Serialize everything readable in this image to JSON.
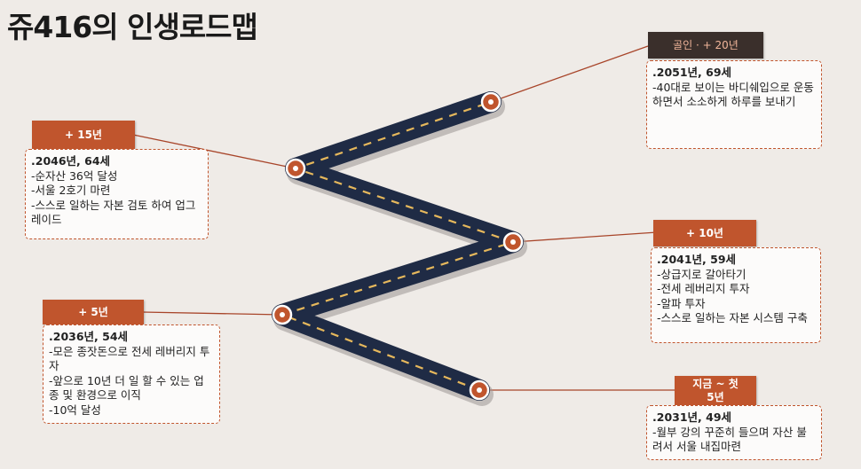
{
  "title": "쥬416의 인생로드맵",
  "milestones": [
    {
      "tag": "지금 ~ 첫 5년",
      "head": ".2031년, 49세",
      "lines": [
        "-월부 강의 꾸준히 들으며 자산 불려서 서울 내집마련"
      ]
    },
    {
      "tag": "+ 5년",
      "head": ".2036년, 54세",
      "lines": [
        "-모은 종잣돈으로 전세 레버리지 투자",
        "-앞으로 10년 더 일 할 수 있는 업종 및 환경으로 이직",
        "-10억 달성"
      ]
    },
    {
      "tag": "+ 10년",
      "head": ".2041년, 59세",
      "lines": [
        "-상급지로 갈아타기",
        "-전세 레버리지 투자",
        "-알파 투자",
        "-스스로 일하는 자본 시스템 구축"
      ]
    },
    {
      "tag": "+ 15년",
      "head": ".2046년, 64세",
      "lines": [
        "-순자산 36억 달성",
        "-서울 2호기 마련",
        "-스스로 일하는 자본 검토 하여 업그레이드"
      ]
    },
    {
      "tag": "골인 · + 20년",
      "head": ".2051년, 69세",
      "lines": [
        "-40대로 보이는 바디쉐입으로 운동 하면서 소소하게 하루를 보내기"
      ]
    }
  ],
  "colors": {
    "accent": "#c0552d",
    "road": "#1f2b45",
    "dash": "#e6b85c",
    "background": "#efebe7"
  }
}
